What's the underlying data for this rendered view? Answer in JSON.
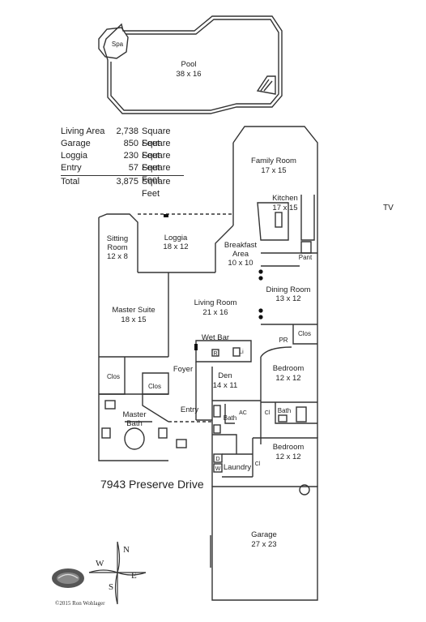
{
  "pool": {
    "name": "Pool",
    "dims": "38 x 16",
    "spa": "Spa"
  },
  "area_table": {
    "rows": [
      {
        "label": "Living Area",
        "value": "2,738",
        "unit": "Square Feet"
      },
      {
        "label": "Garage",
        "value": "850",
        "unit": "Square Feet"
      },
      {
        "label": "Loggia",
        "value": "230",
        "unit": "Square Feet"
      },
      {
        "label": "Entry",
        "value": "57",
        "unit": "Square Feet"
      }
    ],
    "total": {
      "label": "Total",
      "value": "3,875",
      "unit": "Square Feet"
    }
  },
  "rooms": {
    "family_room": {
      "name": "Family Room",
      "dims": "17 x 15"
    },
    "kitchen": {
      "name": "Kitchen",
      "dims": "17 x 15"
    },
    "breakfast": {
      "name1": "Breakfast",
      "name2": "Area",
      "dims": "10 x 10"
    },
    "pantry": {
      "name": "Pant"
    },
    "loggia": {
      "name": "Loggia",
      "dims": "18 x 12"
    },
    "sitting": {
      "name1": "Sitting",
      "name2": "Room",
      "dims": "12 x 8"
    },
    "dining": {
      "name": "Dining Room",
      "dims": "13 x 12"
    },
    "living": {
      "name": "Living Room",
      "dims": "21 x 16"
    },
    "master_suite": {
      "name": "Master Suite",
      "dims": "18 x 15"
    },
    "wet_bar": {
      "name": "Wet Bar"
    },
    "pr": {
      "name": "PR"
    },
    "clos_right": {
      "name": "Clos"
    },
    "bedroom1": {
      "name": "Bedroom",
      "dims": "12 x 12"
    },
    "foyer": {
      "name": "Foyer"
    },
    "den": {
      "name": "Den",
      "dims": "14 x 11"
    },
    "clos_left": {
      "name": "Clos"
    },
    "clos_mid": {
      "name": "Clos"
    },
    "master_bath": {
      "name1": "Master",
      "name2": "Bath"
    },
    "entry": {
      "name": "Entry"
    },
    "bath_small": {
      "name": "Bath"
    },
    "ac": {
      "name": "AC"
    },
    "cl1": {
      "name": "Cl"
    },
    "bath2": {
      "name": "Bath"
    },
    "bedroom2": {
      "name": "Bedroom",
      "dims": "12 x 12"
    },
    "laundry": {
      "name": "Laundry"
    },
    "cl2": {
      "name": "Cl"
    },
    "garage": {
      "name": "Garage",
      "dims": "27 x 23"
    },
    "r_mark": {
      "name": "R"
    },
    "li_mark": {
      "name": "Li"
    },
    "d_mark": {
      "name": "D"
    },
    "w_mark": {
      "name": "W"
    }
  },
  "address": "7943 Preserve Drive",
  "tv_label": "TV",
  "compass": {
    "n": "N",
    "s": "S",
    "e": "E",
    "w": "W"
  },
  "copyright": "©2015 Ron Wohlager"
}
